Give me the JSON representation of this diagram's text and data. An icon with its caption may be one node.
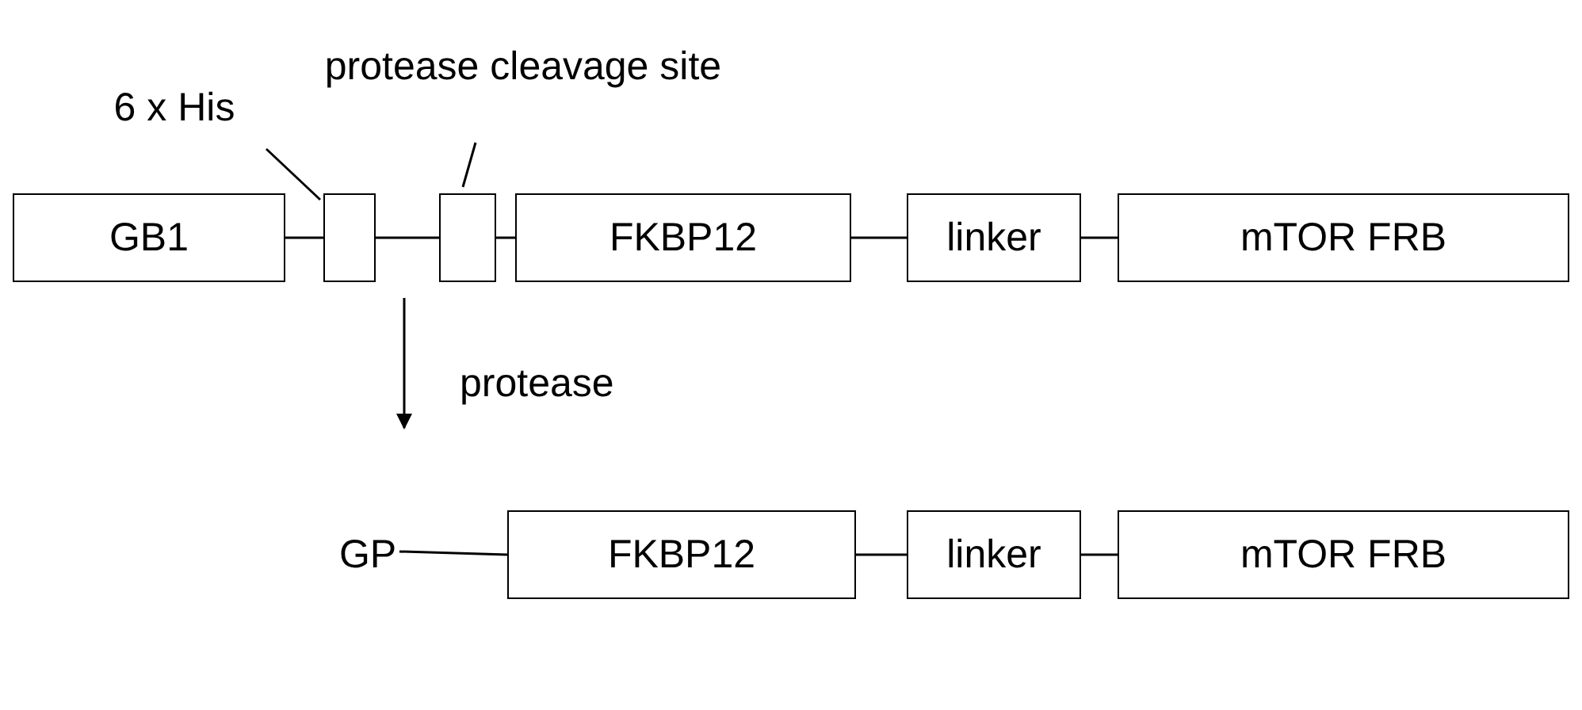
{
  "diagram": {
    "nodes": [
      {
        "text": [
          "GB1"
        ]
      },
      {
        "text": [],
        "shape": "box"
      },
      {
        "text": [],
        "shape": "box"
      },
      {
        "text": [
          "FKBP12"
        ]
      },
      {
        "text": [
          "linker"
        ]
      },
      {
        "text": [
          "mTOR FRB"
        ]
      },
      {
        "text": [
          "6 x His"
        ]
      },
      {
        "text": [
          "protease cleavage site"
        ]
      },
      {
        "text": [
          "GP"
        ]
      },
      {
        "text": [
          "FKBP12"
        ]
      },
      {
        "text": [
          "linker"
        ]
      },
      {
        "text": [
          "mTOR FRB"
        ]
      }
    ],
    "edges": [
      {
        "from": 0,
        "to": 1,
        "arrow": "none"
      },
      {
        "from": 1,
        "to": 2,
        "arrow": "none"
      },
      {
        "from": 2,
        "to": 3,
        "arrow": "none"
      },
      {
        "from": 3,
        "to": 4,
        "arrow": "none"
      },
      {
        "from": 4,
        "to": 5,
        "arrow": "none"
      },
      {
        "from": 6,
        "to": 1,
        "arrow": "none"
      },
      {
        "from": 7,
        "to": 2,
        "arrow": "none"
      },
      {
        "from": 8,
        "to": 9,
        "arrow": "none"
      },
      {
        "from": 9,
        "to": 10,
        "arrow": "none"
      },
      {
        "from": 10,
        "to": 11,
        "arrow": "none"
      }
    ],
    "labels": [
      "protease"
    ]
  }
}
